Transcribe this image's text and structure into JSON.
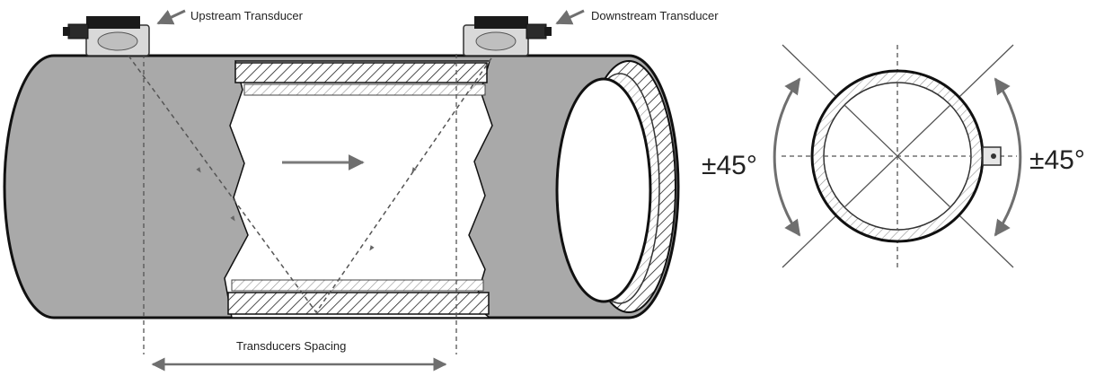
{
  "labels": {
    "upstream": "Upstream Transducer",
    "downstream": "Downstream Transducer",
    "spacing": "Transducers Spacing",
    "angle_left": "±45°",
    "angle_right": "±45°"
  },
  "colors": {
    "pipe_gray": "#a9a9a9",
    "stroke": "#111111",
    "dash": "#555555",
    "arrow": "#7a7a7a"
  }
}
